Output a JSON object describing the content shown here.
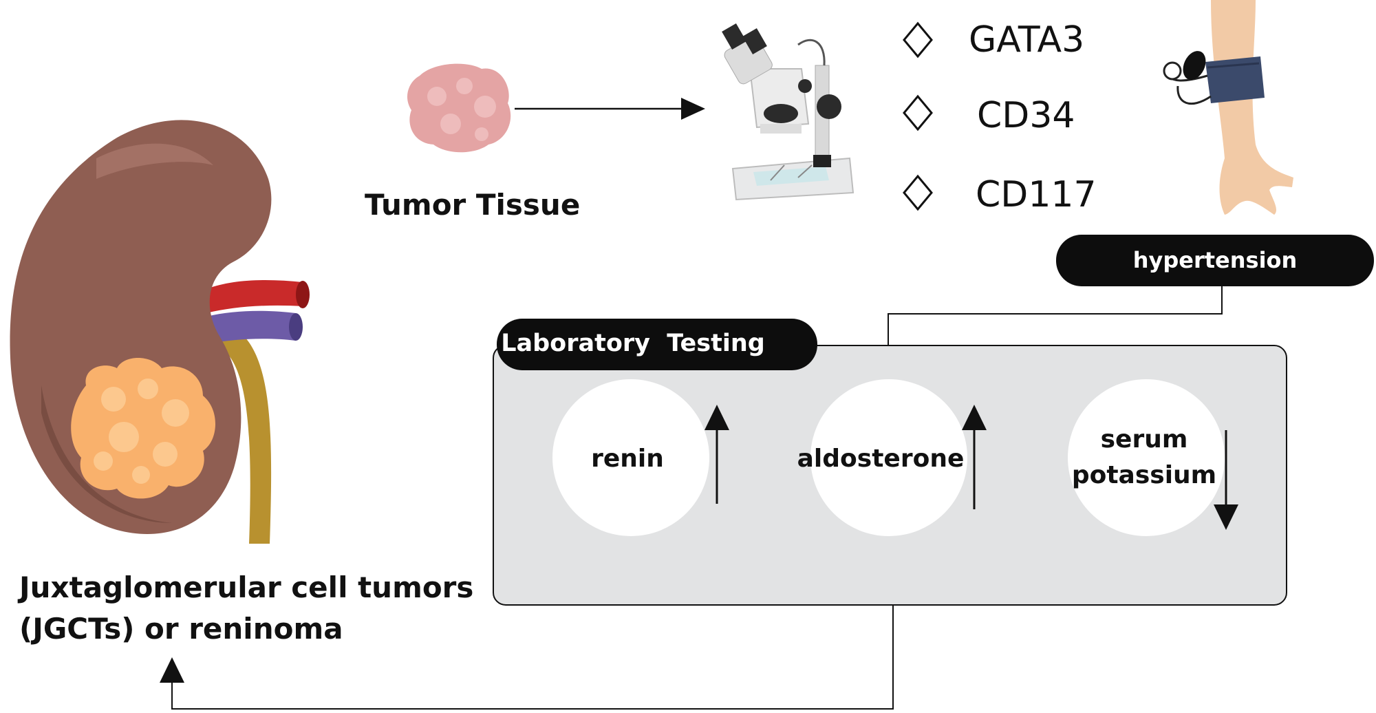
{
  "tumor_tissue_label": "Tumor Tissue",
  "markers": [
    "GATA3",
    "CD34",
    "CD117"
  ],
  "hypertension_label": "hypertension",
  "lab_testing": {
    "title": "Laboratory  Testing",
    "items": [
      {
        "lines": [
          "renin"
        ],
        "direction": "up"
      },
      {
        "lines": [
          "aldosterone"
        ],
        "direction": "up"
      },
      {
        "lines": [
          "serum",
          "potassium"
        ],
        "direction": "down"
      }
    ]
  },
  "tumor_label": {
    "line1": "Juxtaglomerular cell tumors",
    "line2": "(JGCTs) or reninoma"
  },
  "colors": {
    "kidney": "#8f5e52",
    "kidney_dark": "#6f463c",
    "tumor": "#f9b16c",
    "tissue": "#e4a4a4",
    "artery": "#c92a2a",
    "vein": "#6d5ba7",
    "ureter": "#b8912f",
    "panel": "#e2e3e4",
    "pill": "#0d0d0d"
  }
}
